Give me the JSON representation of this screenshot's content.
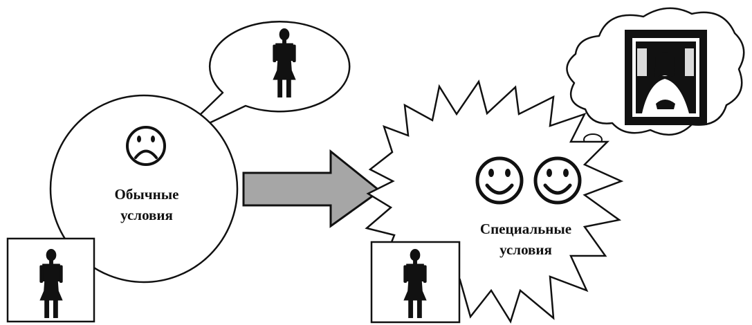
{
  "left": {
    "label_line1": "Обычные",
    "label_line2": "условия",
    "face": "sad-face-icon",
    "speech_bubble_icon": "woman-icon",
    "photo_icon": "woman-icon"
  },
  "arrow": {
    "icon": "right-arrow-icon",
    "fill": "#a6a6a6"
  },
  "right": {
    "label_line1": "Специальные",
    "label_line2": "условия",
    "faces": [
      "happy-face-icon",
      "happy-face-icon"
    ],
    "thought_bubble_icon": "framed-painting-icon",
    "photo_icon": "woman-icon"
  },
  "colors": {
    "ink": "#111111",
    "paper": "#ffffff",
    "arrow": "#a6a6a6"
  }
}
